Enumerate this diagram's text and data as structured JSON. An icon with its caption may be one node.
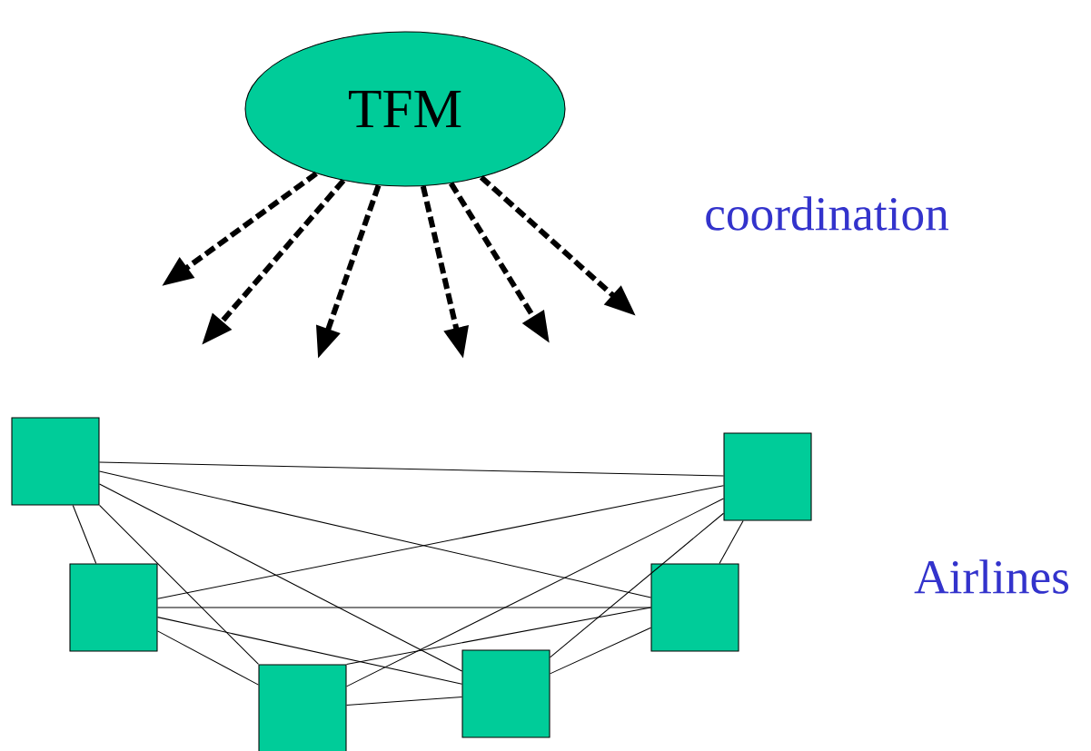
{
  "diagram": {
    "nodes": [
      {
        "text": [
          "TFM"
        ]
      },
      {
        "text": [],
        "shape": "box"
      },
      {
        "text": [],
        "shape": "box"
      },
      {
        "text": [],
        "shape": "box"
      },
      {
        "text": [],
        "shape": "box"
      },
      {
        "text": [],
        "shape": "box"
      },
      {
        "text": [],
        "shape": "box"
      }
    ],
    "edges": [
      {
        "from": 0,
        "to": null,
        "arrow": "to",
        "style": "dashed"
      },
      {
        "from": 0,
        "to": null,
        "arrow": "to",
        "style": "dashed"
      },
      {
        "from": 0,
        "to": null,
        "arrow": "to",
        "style": "dashed"
      },
      {
        "from": 0,
        "to": null,
        "arrow": "to",
        "style": "dashed"
      },
      {
        "from": 0,
        "to": null,
        "arrow": "to",
        "style": "dashed"
      },
      {
        "from": 0,
        "to": null,
        "arrow": "to",
        "style": "dashed"
      },
      {
        "from": 1,
        "to": 6,
        "arrow": "none"
      },
      {
        "from": 1,
        "to": 5,
        "arrow": "none"
      },
      {
        "from": 1,
        "to": 4,
        "arrow": "none"
      },
      {
        "from": 1,
        "to": 3,
        "arrow": "none"
      },
      {
        "from": 1,
        "to": 2,
        "arrow": "none"
      },
      {
        "from": 2,
        "to": 6,
        "arrow": "none"
      },
      {
        "from": 2,
        "to": 5,
        "arrow": "none"
      },
      {
        "from": 2,
        "to": 4,
        "arrow": "none"
      },
      {
        "from": 2,
        "to": 3,
        "arrow": "none"
      },
      {
        "from": 3,
        "to": 6,
        "arrow": "none"
      },
      {
        "from": 3,
        "to": 5,
        "arrow": "none"
      },
      {
        "from": 3,
        "to": 4,
        "arrow": "none"
      },
      {
        "from": 4,
        "to": 6,
        "arrow": "none"
      },
      {
        "from": 4,
        "to": 5,
        "arrow": "none"
      },
      {
        "from": 5,
        "to": 6,
        "arrow": "none"
      }
    ],
    "labels": [
      "coordination",
      "Airlines"
    ]
  }
}
